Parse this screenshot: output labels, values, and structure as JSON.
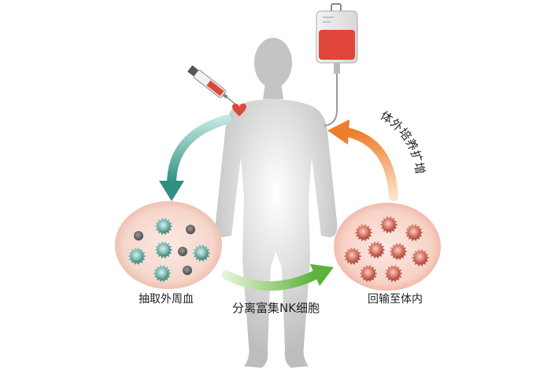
{
  "diagram": {
    "steps": [
      {
        "id": "draw",
        "label": "抽取外周血"
      },
      {
        "id": "separate",
        "label": "分离富集NK细胞"
      },
      {
        "id": "culture",
        "label": "体外培养扩增"
      },
      {
        "id": "reinfuse",
        "label": "回输至体内"
      }
    ]
  },
  "colors": {
    "arrow_teal": "#2f9e8c",
    "arrow_green": "#6cc04a",
    "arrow_orange": "#f08a3a",
    "blood": "#e0463a",
    "body": "#bdbdbd",
    "dish_left": "#f4cfc3",
    "dish_right": "#f6c7bb",
    "nk_cell": "#57a59a",
    "expanded_cell": "#d56a5c"
  },
  "icons": [
    "syringe-icon",
    "iv-bag-icon",
    "heart-icon"
  ]
}
